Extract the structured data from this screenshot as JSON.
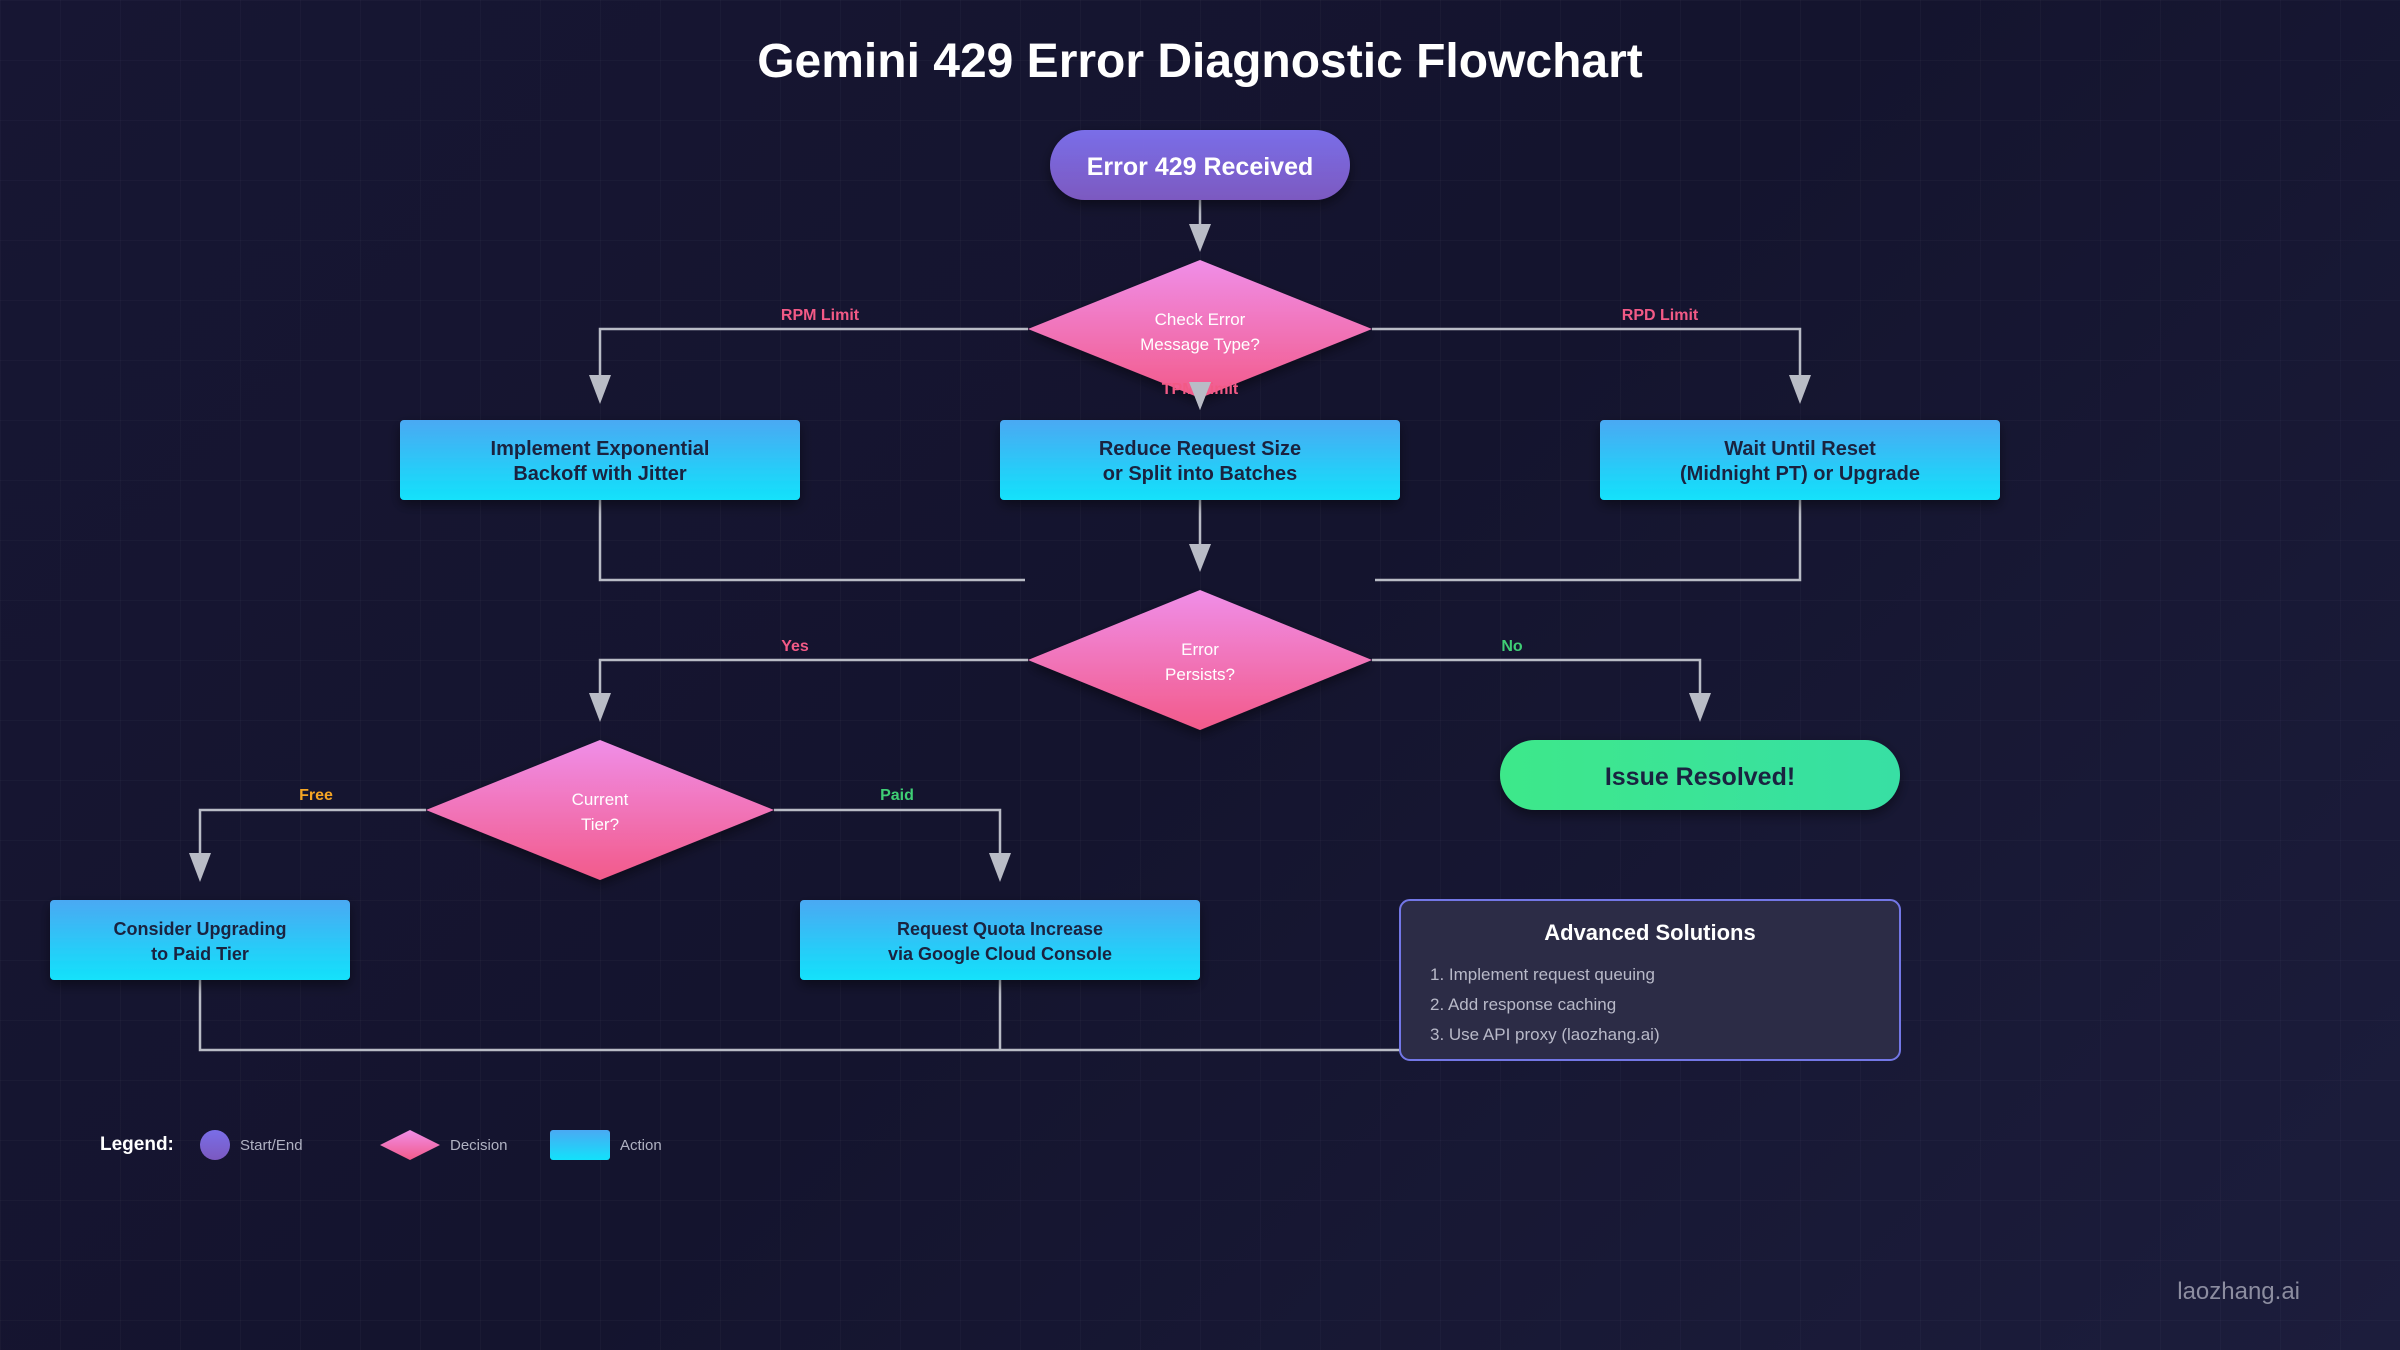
{
  "title": "Gemini 429 Error Diagnostic Flowchart",
  "colors": {
    "background": "#161633",
    "connector": "#b9bcc6",
    "start_gradient": [
      "#7a6ee8",
      "#7b59c0"
    ],
    "decision_gradient": [
      "#f08ee8",
      "#f25a8a"
    ],
    "action_gradient": [
      "#4aa9f3",
      "#12e2fb"
    ],
    "end_gradient": [
      "#3ee88a",
      "#37dfa4"
    ],
    "label_pink": "#f25a86",
    "label_green": "#3fce75",
    "label_orange": "#f5a524",
    "panel_bg": "#2c2c46",
    "panel_border": "#7377e6"
  },
  "nodes": {
    "start": {
      "label": "Error 429 Received",
      "shape": "start-end"
    },
    "check_type": {
      "lines": [
        "Check Error",
        "Message Type?"
      ],
      "shape": "decision"
    },
    "backoff": {
      "lines": [
        "Implement Exponential",
        "Backoff with Jitter"
      ],
      "shape": "action"
    },
    "reduce": {
      "lines": [
        "Reduce Request Size",
        "or Split into Batches"
      ],
      "shape": "action"
    },
    "wait": {
      "lines": [
        "Wait Until Reset",
        "(Midnight PT) or Upgrade"
      ],
      "shape": "action"
    },
    "persists": {
      "lines": [
        "Error",
        "Persists?"
      ],
      "shape": "decision"
    },
    "tier": {
      "lines": [
        "Current",
        "Tier?"
      ],
      "shape": "decision"
    },
    "resolved": {
      "label": "Issue Resolved!",
      "shape": "start-end"
    },
    "upgrade": {
      "lines": [
        "Consider Upgrading",
        "to Paid Tier"
      ],
      "shape": "action"
    },
    "quota": {
      "lines": [
        "Request Quota Increase",
        "via Google Cloud Console"
      ],
      "shape": "action"
    }
  },
  "edges": [
    {
      "from": "start",
      "to": "check_type",
      "label": ""
    },
    {
      "from": "check_type",
      "to": "backoff",
      "label": "RPM Limit",
      "label_color": "pink"
    },
    {
      "from": "check_type",
      "to": "reduce",
      "label": "TPM Limit",
      "label_color": "pink"
    },
    {
      "from": "check_type",
      "to": "wait",
      "label": "RPD Limit",
      "label_color": "pink"
    },
    {
      "from": "reduce",
      "to": "persists",
      "label": ""
    },
    {
      "from": "persists",
      "to": "tier",
      "label": "Yes",
      "label_color": "pink"
    },
    {
      "from": "persists",
      "to": "resolved",
      "label": "No",
      "label_color": "green"
    },
    {
      "from": "tier",
      "to": "upgrade",
      "label": "Free",
      "label_color": "orange"
    },
    {
      "from": "tier",
      "to": "quota",
      "label": "Paid",
      "label_color": "green"
    }
  ],
  "advanced": {
    "title": "Advanced Solutions",
    "items": [
      "1. Implement request queuing",
      "2. Add response caching",
      "3. Use API proxy (laozhang.ai)"
    ]
  },
  "legend": {
    "label": "Legend:",
    "items": [
      {
        "shape": "start-end",
        "label": "Start/End"
      },
      {
        "shape": "decision",
        "label": "Decision"
      },
      {
        "shape": "action",
        "label": "Action"
      }
    ]
  },
  "watermark": "laozhang.ai"
}
